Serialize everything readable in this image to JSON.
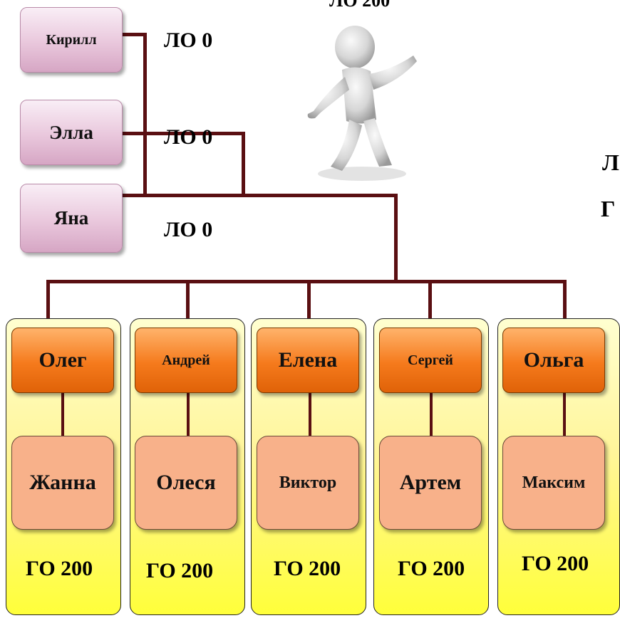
{
  "top_label": "ЛО 200",
  "group_members": [
    {
      "name": "Кирилл",
      "lo": "ЛО 0"
    },
    {
      "name": "Элла",
      "lo": "ЛО 0"
    },
    {
      "name": "Яна",
      "lo": "ЛО 0"
    }
  ],
  "columns": [
    {
      "parent": "Олег",
      "child": "Жанна",
      "go": "ГО 200"
    },
    {
      "parent": "Андрей",
      "child": "Олеся",
      "go": "ГО 200"
    },
    {
      "parent": "Елена",
      "child": "Виктор",
      "go": "ГО 200"
    },
    {
      "parent": "Сергей",
      "child": "Артем",
      "go": "ГО 200"
    },
    {
      "parent": "Ольга",
      "child": "Максим",
      "go": "ГО 200"
    }
  ],
  "right_cut_text": [
    "Л",
    "Г"
  ],
  "colors": {
    "connector": "#5a0f12",
    "parent_box": "#f57a1c",
    "child_box": "#f8b18a",
    "column_bg": "#fff59a",
    "member_box": "#e9c7dc"
  },
  "figure_icon": "person-presenting-icon"
}
